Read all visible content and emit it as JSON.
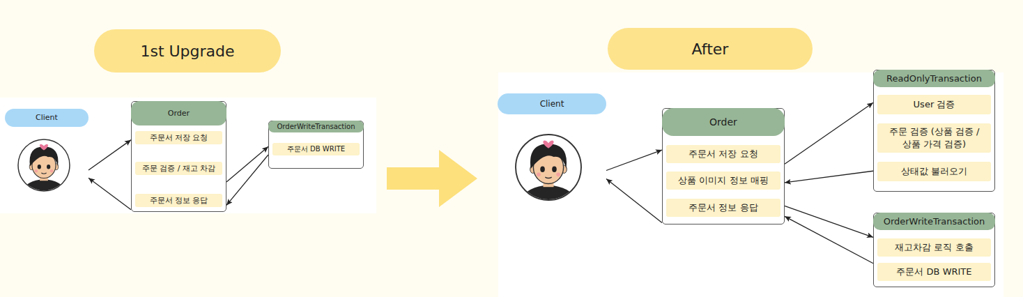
{
  "diagram": {
    "nodes": [
      {
        "text": [
          "1st Upgrade"
        ]
      },
      {
        "text": [
          "Client"
        ]
      },
      {
        "text": [
          "Order"
        ]
      },
      {
        "text": [
          "주문서 저장 요청"
        ],
        "in": 2
      },
      {
        "text": [
          "주문 검증 / 재고 차감"
        ],
        "in": 2
      },
      {
        "text": [
          "주문서 정보 응답"
        ],
        "in": 2
      },
      {
        "text": [
          "OrderWriteTransaction"
        ]
      },
      {
        "text": [
          "주문서 DB WRITE"
        ],
        "in": 6
      },
      {
        "text": [
          "After"
        ]
      },
      {
        "text": [
          "Client"
        ]
      },
      {
        "text": [
          "Order"
        ]
      },
      {
        "text": [
          "주문서 저장 요청"
        ],
        "in": 10
      },
      {
        "text": [
          "상품 이미지 정보 매핑"
        ],
        "in": 10
      },
      {
        "text": [
          "주문서 정보 응답"
        ],
        "in": 10
      },
      {
        "text": [
          "ReadOnlyTransaction"
        ]
      },
      {
        "text": [
          "User 검증"
        ],
        "in": 14
      },
      {
        "text": [
          "주문 검증 (상품 검증 / 상품 가격 검증)"
        ],
        "in": 14
      },
      {
        "text": [
          "상태값 불러오기"
        ],
        "in": 14
      },
      {
        "text": [
          "OrderWriteTransaction"
        ]
      },
      {
        "text": [
          "재고차감 로직 호출"
        ],
        "in": 18
      },
      {
        "text": [
          "주문서 DB WRITE"
        ],
        "in": 18
      }
    ],
    "edges": [
      {
        "from": 1,
        "to": 2,
        "arrow": "to"
      },
      {
        "from": 2,
        "to": 1,
        "arrow": "to"
      },
      {
        "from": 2,
        "to": 6,
        "arrow": "to"
      },
      {
        "from": 6,
        "to": 2,
        "arrow": "to"
      },
      {
        "from": 9,
        "to": 10,
        "arrow": "to"
      },
      {
        "from": 10,
        "to": 9,
        "arrow": "to"
      },
      {
        "from": 10,
        "to": 14,
        "arrow": "to"
      },
      {
        "from": 14,
        "to": 10,
        "arrow": "to"
      },
      {
        "from": 10,
        "to": 18,
        "arrow": "to"
      },
      {
        "from": 18,
        "to": 10,
        "arrow": "to"
      }
    ]
  }
}
